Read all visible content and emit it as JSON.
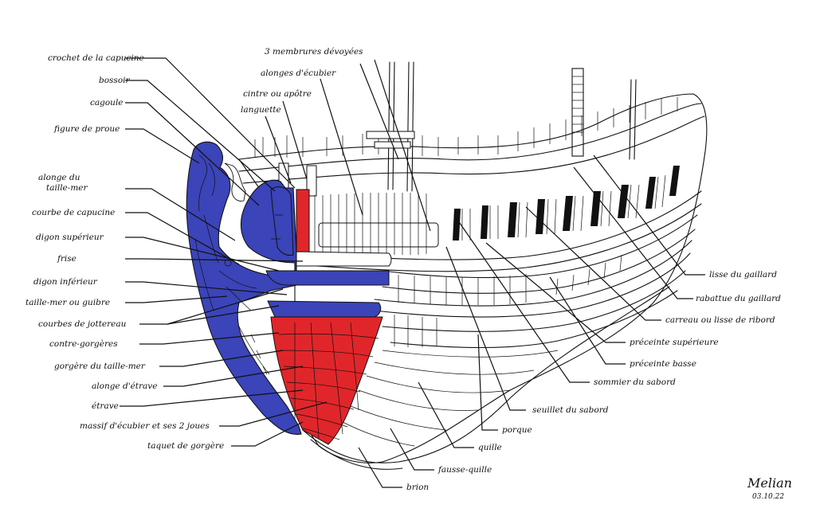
{
  "colors": {
    "blue": "#3b44b8",
    "red": "#e0262a",
    "ink": "#111111",
    "paper": "#ffffff"
  },
  "labels_left": [
    "crochet de la capucine",
    "bossoir",
    "cagoule",
    "figure de proue",
    "alonge du taille-mer",
    "courbe de capucine",
    "digon supérieur",
    "frise",
    "digon inférieur",
    "taille-mer ou guibre",
    "courbes de jottereau",
    "contre-gorgères",
    "gorgère du taille-mer",
    "alonge d'étrave",
    "étrave",
    "massif d'écubier et ses 2 joues",
    "taquet de gorgère"
  ],
  "labels_top": [
    "3 membrures dévoyées",
    "alonges d'écubier",
    "cintre ou apôtre",
    "languette"
  ],
  "labels_right": [
    "lisse du gaillard",
    "rabattue du gaillard",
    "carreau ou lisse de ribord",
    "préceinte supérieure",
    "préceinte basse",
    "sommier du sabord",
    "seuillet du sabord",
    "porque",
    "quille",
    "fausse-quille",
    "brion"
  ],
  "signature": {
    "name": "Melian",
    "date": "03.10.22"
  }
}
